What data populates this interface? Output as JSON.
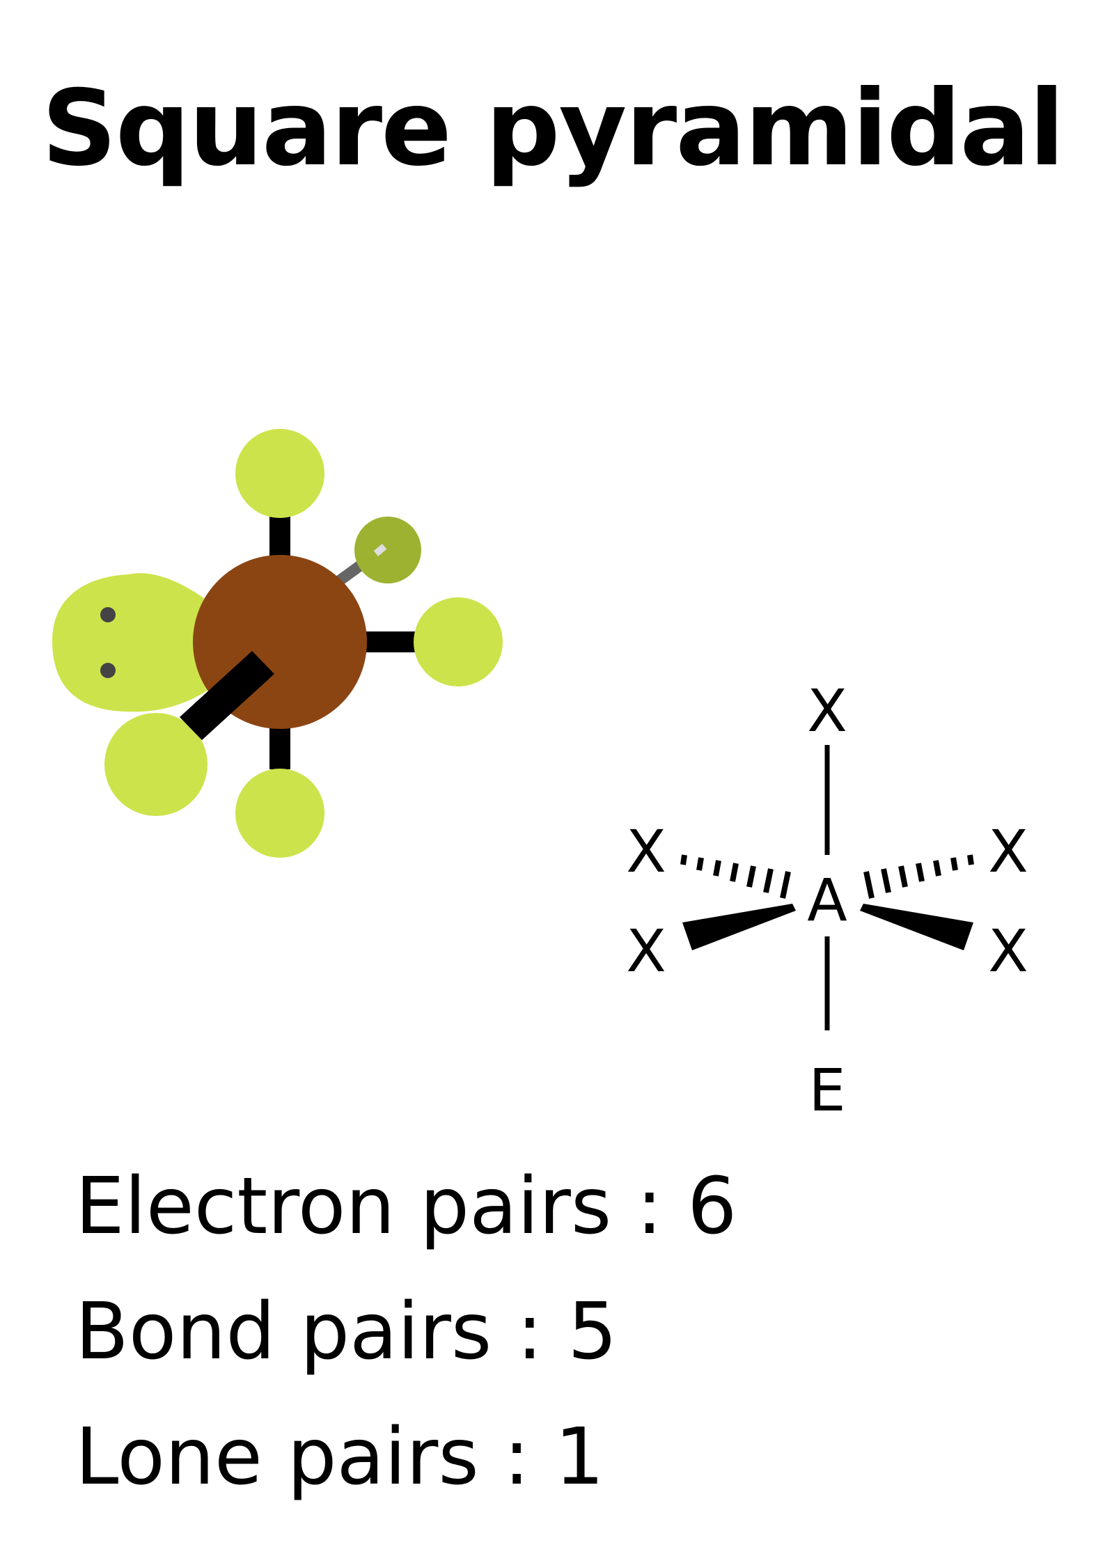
{
  "title": "Square pyramidal",
  "formula": {
    "central_atom": "A",
    "ligand": "X",
    "lone_pair": "E"
  },
  "stats": {
    "electron_pairs": "Electron pairs : 6",
    "bond_pairs": "Bond pairs : 5",
    "lone_pairs": "Lone pairs : 1"
  },
  "colors": {
    "central_atom": "#8B4513",
    "ligand_atom": "#CDE34B",
    "back_ligand_atom": "#9DB231",
    "bond": "#000000"
  }
}
